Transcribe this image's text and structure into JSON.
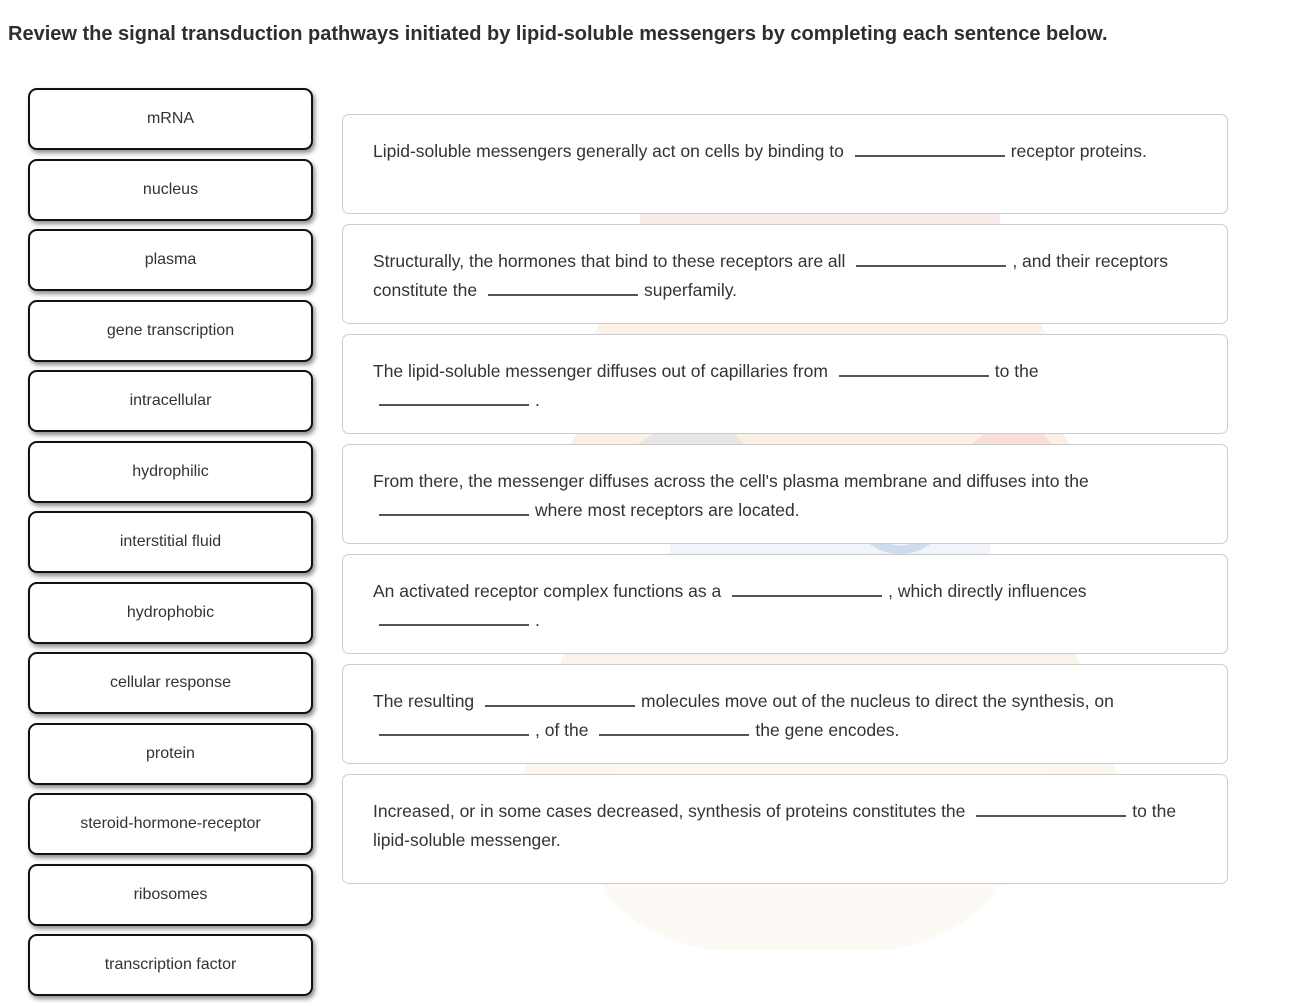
{
  "heading": "Review the signal transduction pathways initiated by lipid-soluble messengers by completing each sentence below.",
  "word_bank": {
    "tiles": [
      {
        "label": "mRNA"
      },
      {
        "label": "nucleus"
      },
      {
        "label": "plasma"
      },
      {
        "label": "gene transcription"
      },
      {
        "label": "intracellular"
      },
      {
        "label": "hydrophilic"
      },
      {
        "label": "interstitial fluid"
      },
      {
        "label": "hydrophobic"
      },
      {
        "label": "cellular response"
      },
      {
        "label": "protein"
      },
      {
        "label": "steroid-hormone-receptor"
      },
      {
        "label": "ribosomes"
      },
      {
        "label": "transcription factor"
      }
    ]
  },
  "sentences": [
    {
      "id": "sentence-1",
      "parts": [
        {
          "type": "text",
          "value": "Lipid-soluble messengers generally act on cells by binding to"
        },
        {
          "type": "blank"
        },
        {
          "type": "text",
          "value": "receptor proteins."
        }
      ]
    },
    {
      "id": "sentence-2",
      "parts": [
        {
          "type": "text",
          "value": "Structurally, the hormones that bind to these receptors are all"
        },
        {
          "type": "blank"
        },
        {
          "type": "text",
          "value": ", and their receptors constitute the"
        },
        {
          "type": "blank"
        },
        {
          "type": "text",
          "value": "superfamily."
        }
      ]
    },
    {
      "id": "sentence-3",
      "parts": [
        {
          "type": "text",
          "value": "The lipid-soluble messenger diffuses out of capillaries from"
        },
        {
          "type": "blank"
        },
        {
          "type": "text",
          "value": "to the"
        },
        {
          "type": "blank"
        },
        {
          "type": "text",
          "value": "."
        }
      ]
    },
    {
      "id": "sentence-4",
      "parts": [
        {
          "type": "text",
          "value": "From there, the messenger diffuses across the cell's plasma membrane and diffuses into the"
        },
        {
          "type": "blank"
        },
        {
          "type": "text",
          "value": "where most receptors are located."
        }
      ]
    },
    {
      "id": "sentence-5",
      "parts": [
        {
          "type": "text",
          "value": "An activated receptor complex functions as a"
        },
        {
          "type": "blank"
        },
        {
          "type": "text",
          "value": ", which directly influences"
        },
        {
          "type": "blank"
        },
        {
          "type": "text",
          "value": "."
        }
      ]
    },
    {
      "id": "sentence-6",
      "parts": [
        {
          "type": "text",
          "value": "The resulting"
        },
        {
          "type": "blank"
        },
        {
          "type": "text",
          "value": "molecules move out of the nucleus to direct the synthesis, on"
        },
        {
          "type": "blank"
        },
        {
          "type": "text",
          "value": ", of the"
        },
        {
          "type": "blank"
        },
        {
          "type": "text",
          "value": "the gene encodes."
        }
      ]
    },
    {
      "id": "sentence-7",
      "parts": [
        {
          "type": "text",
          "value": "Increased, or in some cases decreased, synthesis of proteins constitutes the"
        },
        {
          "type": "blank"
        },
        {
          "type": "text",
          "value": "to the lipid-soluble messenger."
        }
      ]
    }
  ],
  "colors": {
    "page_background": "#ffffff",
    "heading_text": "#2e2e2e",
    "body_text": "#333333",
    "tile_border": "#111111",
    "card_border": "#cccccc",
    "blank_rule": "#555555"
  }
}
